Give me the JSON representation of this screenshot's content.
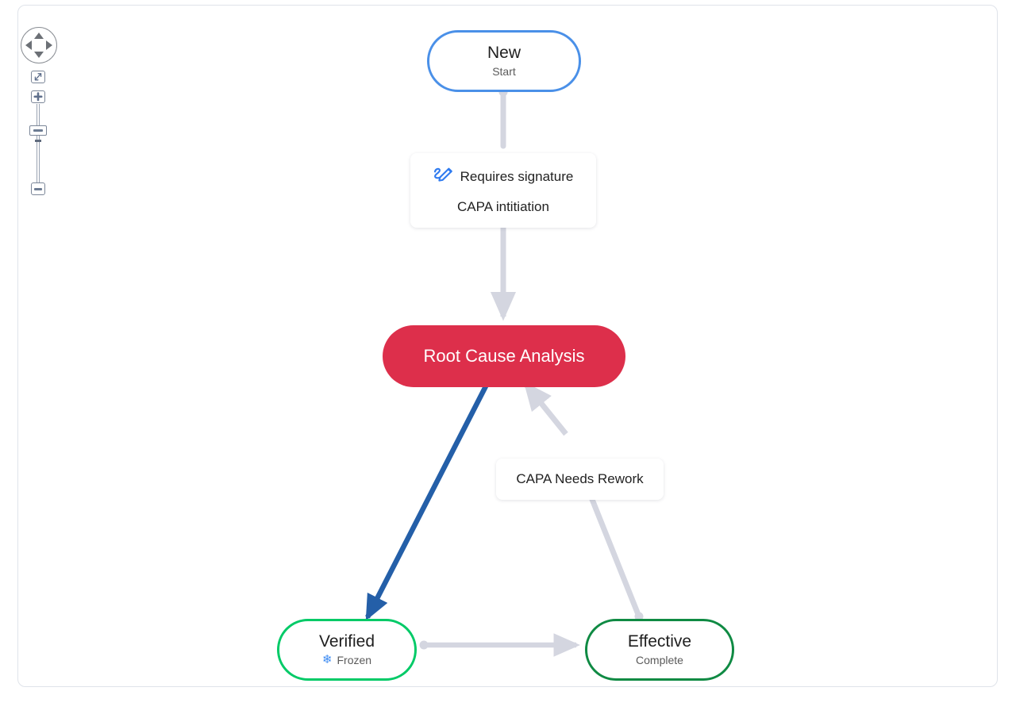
{
  "app": {
    "title": "Workflow Diagram Canvas"
  },
  "controls": {
    "pan": {
      "name": "pan-control",
      "up_icon": "arrow-up-icon",
      "down_icon": "arrow-down-icon",
      "left_icon": "arrow-left-icon",
      "right_icon": "arrow-right-icon"
    },
    "fit_icon": "fit-to-screen-icon",
    "zoom_in_icon": "plus-icon",
    "zoom_out_icon": "minus-icon",
    "slider_icon": "zoom-slider-handle"
  },
  "nodes": [
    {
      "id": "new",
      "title": "New",
      "subtitle": "Start",
      "style": "outlined",
      "border_color": "#4a90e8",
      "fill_color": "#ffffff",
      "text_color": "#1f1f1f"
    },
    {
      "id": "root-cause-analysis",
      "title": "Root Cause Analysis",
      "subtitle": "",
      "style": "filled",
      "border_color": "#dd2f4b",
      "fill_color": "#dd2f4b",
      "text_color": "#ffffff"
    },
    {
      "id": "verified",
      "title": "Verified",
      "subtitle": "Frozen",
      "subtitle_icon": "snowflake-icon",
      "style": "outlined",
      "border_color": "#00ca67",
      "fill_color": "#ffffff",
      "text_color": "#1f1f1f"
    },
    {
      "id": "effective",
      "title": "Effective",
      "subtitle": "Complete",
      "style": "outlined",
      "border_color": "#0f8a43",
      "fill_color": "#ffffff",
      "text_color": "#1f1f1f"
    }
  ],
  "edge_labels": {
    "capa_initiation": {
      "signature_icon": "signature-pen-icon",
      "signature_text": "Requires signature",
      "transition_text": "CAPA intitiation"
    },
    "capa_needs_rework": {
      "text": "CAPA Needs Rework"
    }
  },
  "edges": [
    {
      "id": "new-to-rca",
      "from": "new",
      "to": "root-cause-analysis",
      "label": "CAPA intitiation",
      "color": "#d4d6e0",
      "highlighted": false
    },
    {
      "id": "rca-to-verified",
      "from": "root-cause-analysis",
      "to": "verified",
      "label": "",
      "color": "#245fa8",
      "highlighted": true
    },
    {
      "id": "effective-to-rca",
      "from": "effective",
      "to": "root-cause-analysis",
      "label": "CAPA Needs Rework",
      "color": "#d4d6e0",
      "highlighted": false
    },
    {
      "id": "verified-to-effective",
      "from": "verified",
      "to": "effective",
      "label": "",
      "color": "#d4d6e0",
      "highlighted": false
    }
  ],
  "colors": {
    "edge_default": "#d4d6e0",
    "edge_highlight": "#245fa8",
    "canvas_border": "#dfe3ea",
    "accent_blue": "#4a90e8",
    "accent_red": "#dd2f4b",
    "accent_green_bright": "#00ca67",
    "accent_green_dark": "#0f8a43"
  }
}
